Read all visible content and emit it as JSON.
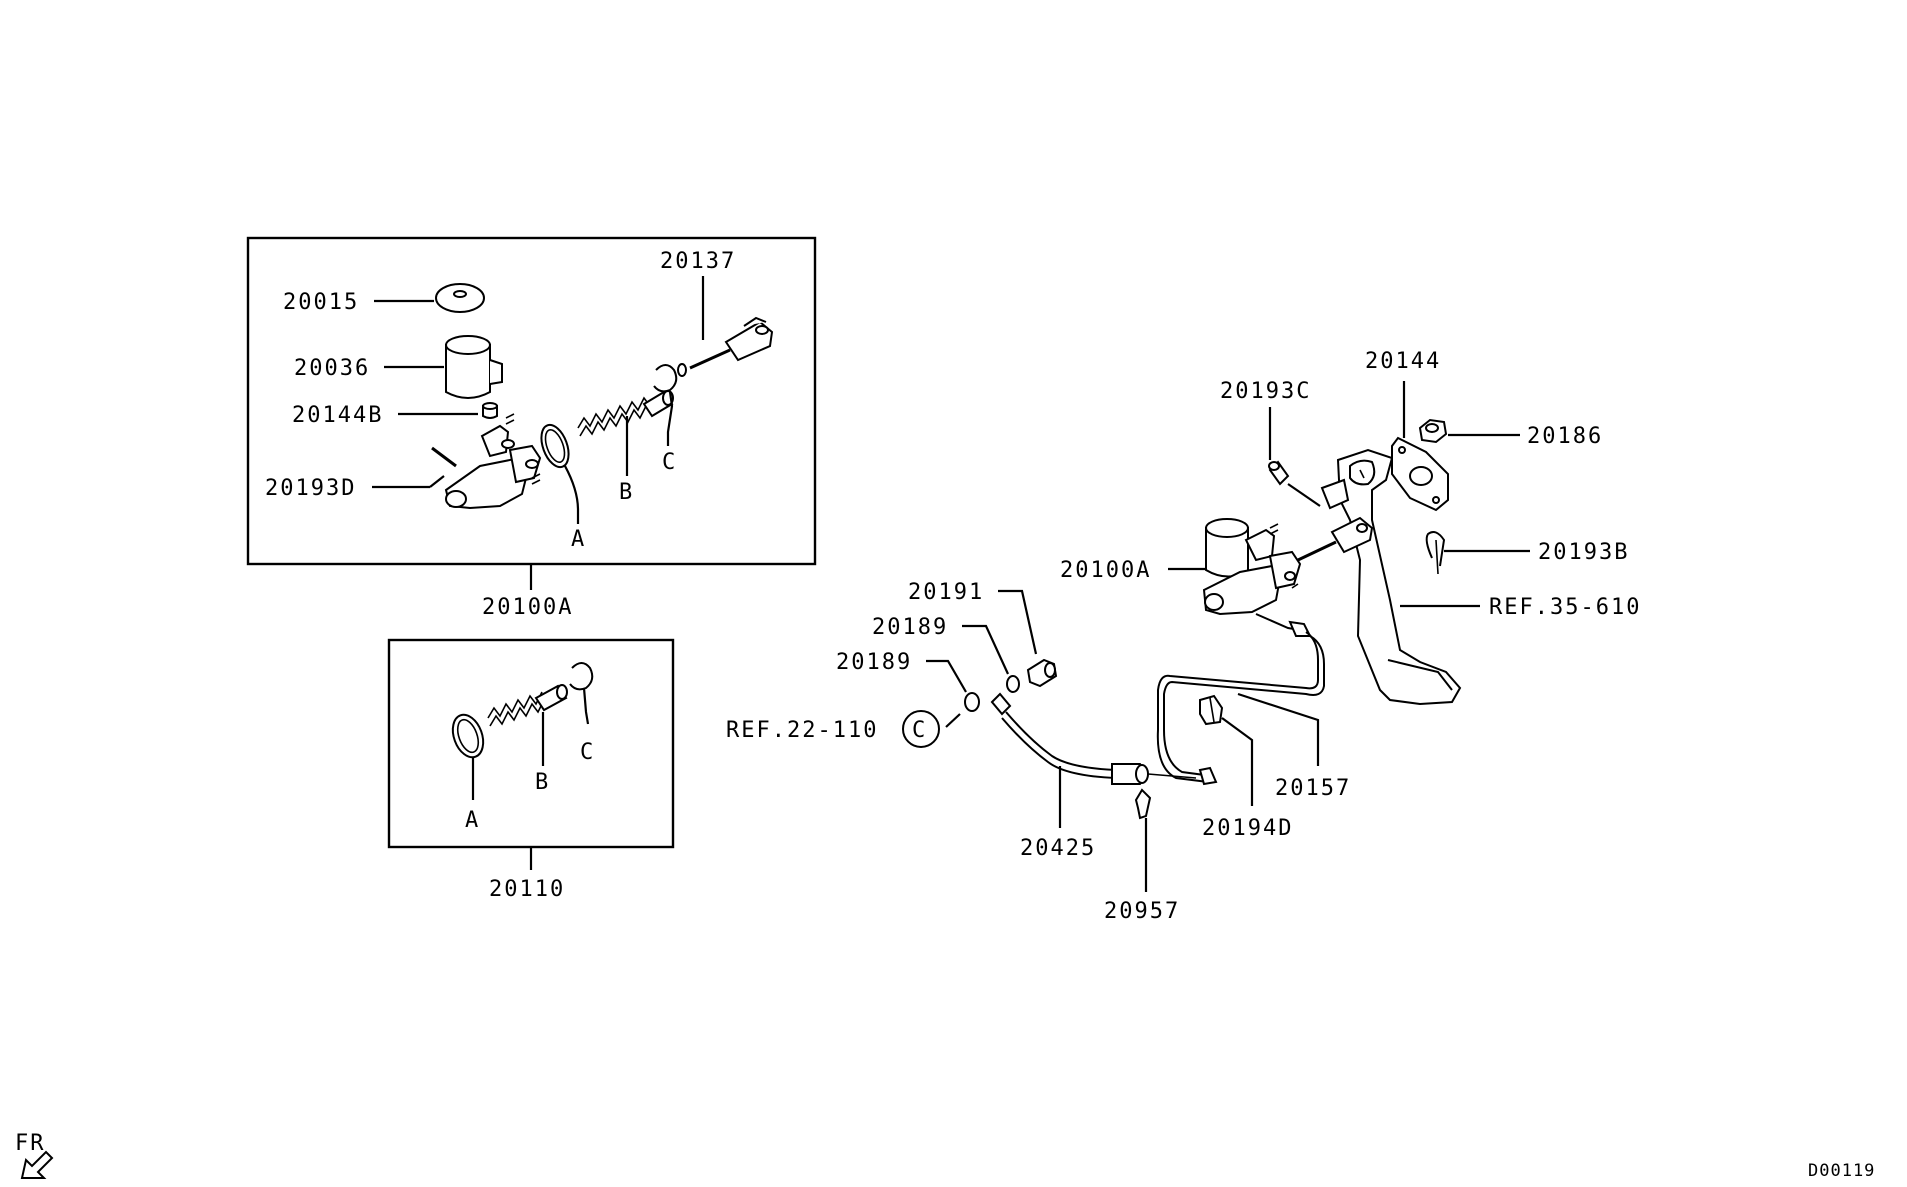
{
  "diagram": {
    "corner_code": "D00119",
    "direction_label": "FR",
    "kit_1": {
      "code": "20100A"
    },
    "kit_2": {
      "code": "20110"
    },
    "parts": {
      "p20015": "20015",
      "p20036": "20036",
      "p20144B": "20144B",
      "p20193D": "20193D",
      "p20137": "20137",
      "kit1_A": "A",
      "kit1_B": "B",
      "kit1_C": "C",
      "kit2_A": "A",
      "kit2_B": "B",
      "kit2_C": "C",
      "p20144": "20144",
      "p20193C": "20193C",
      "p20186": "20186",
      "p20193B": "20193B",
      "p20100A": "20100A",
      "ref_35_610": "REF.35-610",
      "p20191": "20191",
      "p20189_upper": "20189",
      "p20189_lower": "20189",
      "ref_22_110": "REF.22-110",
      "ref_22_110_circle": "C",
      "p20157": "20157",
      "p20194D": "20194D",
      "p20425": "20425",
      "p20957": "20957"
    }
  }
}
